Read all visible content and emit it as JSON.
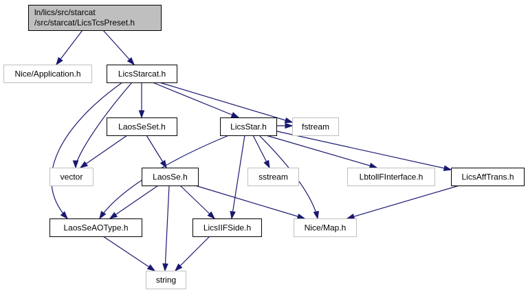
{
  "diagram": {
    "colors": {
      "edge": "#191970",
      "root_fill": "#bfbfbf",
      "node_border_dark": "#000000",
      "node_border_light": "#bfbfbf",
      "background": "#ffffff",
      "text": "#000000"
    },
    "nodes": [
      {
        "id": "root",
        "lines": [
          "ln/lics/src/starcat",
          "/src/starcat/LicsTcsPreset.h"
        ],
        "style": "root"
      },
      {
        "id": "nice_app",
        "lines": [
          "Nice/Application.h"
        ],
        "style": "light"
      },
      {
        "id": "licsstarcat",
        "lines": [
          "LicsStarcat.h"
        ],
        "style": "dark"
      },
      {
        "id": "laosseset",
        "lines": [
          "LaosSeSet.h"
        ],
        "style": "dark"
      },
      {
        "id": "licsstar",
        "lines": [
          "LicsStar.h"
        ],
        "style": "dark"
      },
      {
        "id": "fstream",
        "lines": [
          "fstream"
        ],
        "style": "light"
      },
      {
        "id": "vector",
        "lines": [
          "vector"
        ],
        "style": "light"
      },
      {
        "id": "laosse",
        "lines": [
          "LaosSe.h"
        ],
        "style": "dark"
      },
      {
        "id": "sstream",
        "lines": [
          "sstream"
        ],
        "style": "light"
      },
      {
        "id": "lbtoll",
        "lines": [
          "LbtollFInterface.h"
        ],
        "style": "light"
      },
      {
        "id": "licsafftrans",
        "lines": [
          "LicsAffTrans.h"
        ],
        "style": "dark"
      },
      {
        "id": "laosseaotype",
        "lines": [
          "LaosSeAOType.h"
        ],
        "style": "dark"
      },
      {
        "id": "licsiifside",
        "lines": [
          "LicsIIFSide.h"
        ],
        "style": "dark"
      },
      {
        "id": "nicemap",
        "lines": [
          "Nice/Map.h"
        ],
        "style": "light"
      },
      {
        "id": "string",
        "lines": [
          "string"
        ],
        "style": "light"
      }
    ],
    "edges": [
      {
        "from": "root",
        "to": "nice_app"
      },
      {
        "from": "root",
        "to": "licsstarcat"
      },
      {
        "from": "licsstarcat",
        "to": "laosseaotype"
      },
      {
        "from": "licsstarcat",
        "to": "vector"
      },
      {
        "from": "licsstarcat",
        "to": "laosseset"
      },
      {
        "from": "licsstarcat",
        "to": "licsstar"
      },
      {
        "from": "licsstarcat",
        "to": "fstream"
      },
      {
        "from": "laosseset",
        "to": "vector"
      },
      {
        "from": "laosseset",
        "to": "laosse"
      },
      {
        "from": "licsstar",
        "to": "fstream"
      },
      {
        "from": "licsstar",
        "to": "laosseaotype"
      },
      {
        "from": "licsstar",
        "to": "licsiifside"
      },
      {
        "from": "licsstar",
        "to": "sstream"
      },
      {
        "from": "licsstar",
        "to": "nicemap"
      },
      {
        "from": "licsstar",
        "to": "lbtoll"
      },
      {
        "from": "licsstar",
        "to": "licsafftrans"
      },
      {
        "from": "laosse",
        "to": "laosseaotype"
      },
      {
        "from": "laosse",
        "to": "string"
      },
      {
        "from": "laosse",
        "to": "licsiifside"
      },
      {
        "from": "laosse",
        "to": "nicemap"
      },
      {
        "from": "licsafftrans",
        "to": "nicemap"
      },
      {
        "from": "laosseaotype",
        "to": "string"
      },
      {
        "from": "licsiifside",
        "to": "string"
      }
    ]
  }
}
